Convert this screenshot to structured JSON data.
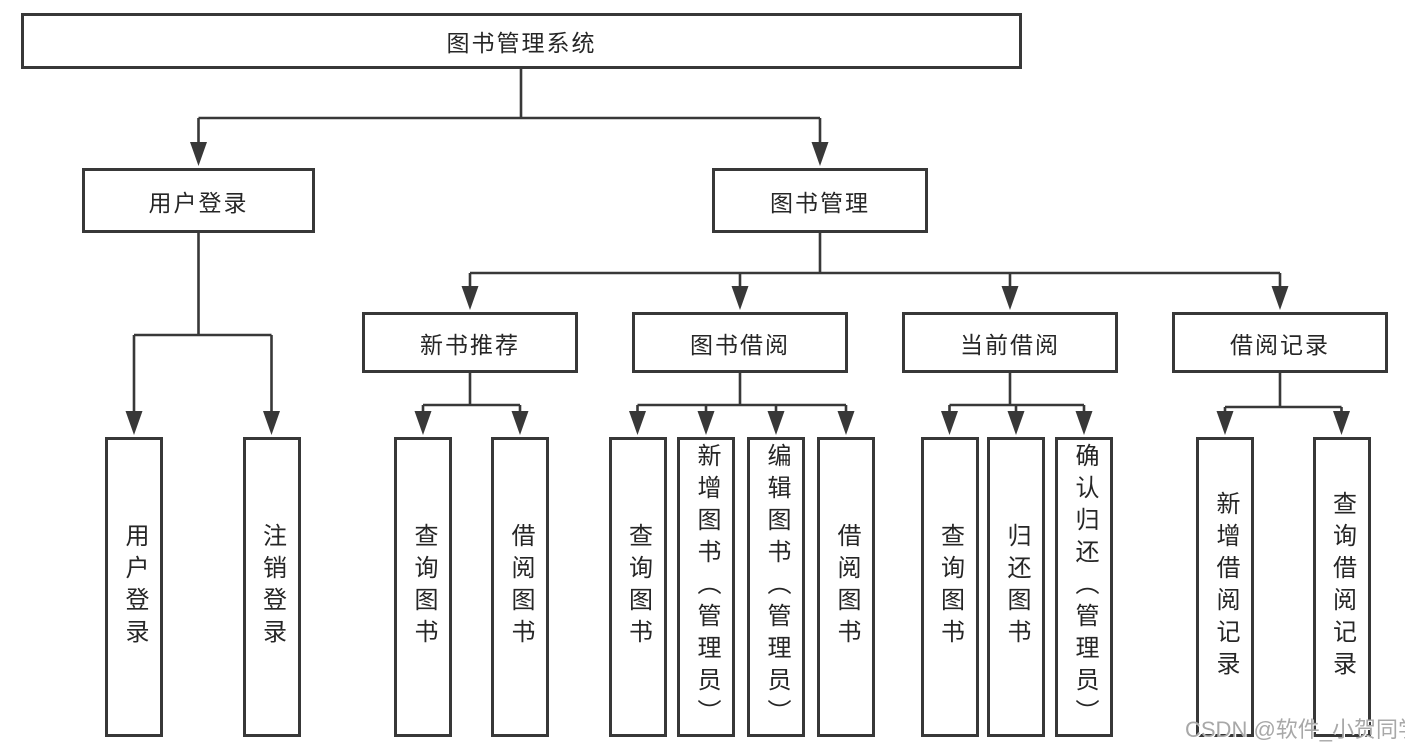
{
  "nodes": {
    "root": "图书管理系统",
    "user_login": "用户登录",
    "book_management": "图书管理",
    "new_book_recommend": "新书推荐",
    "book_borrowing": "图书借阅",
    "current_borrowing": "当前借阅",
    "borrowing_records": "借阅记录",
    "leaf_user_login": "用户登录",
    "leaf_logout": "注销登录",
    "leaf_rec_query_books": "查询图书",
    "leaf_rec_borrow_books": "借阅图书",
    "leaf_bor_query_books": "查询图书",
    "leaf_bor_add_books": "新增图书（管理员）",
    "leaf_bor_edit_books": "编辑图书（管理员）",
    "leaf_bor_borrow_books": "借阅图书",
    "leaf_cur_query_books": "查询图书",
    "leaf_cur_return_books": "归还图书",
    "leaf_cur_confirm_return": "确认归还（管理员）",
    "leaf_rcd_add_record": "新增借阅记录",
    "leaf_rcd_query_record": "查询借阅记录"
  },
  "watermark": {
    "text": "CSDN @软件_小贺同学"
  },
  "colors": {
    "line": "#383838",
    "box_border": "#383838",
    "text": "#262626",
    "watermark": "#a8a8a8",
    "background": "#ffffff"
  }
}
